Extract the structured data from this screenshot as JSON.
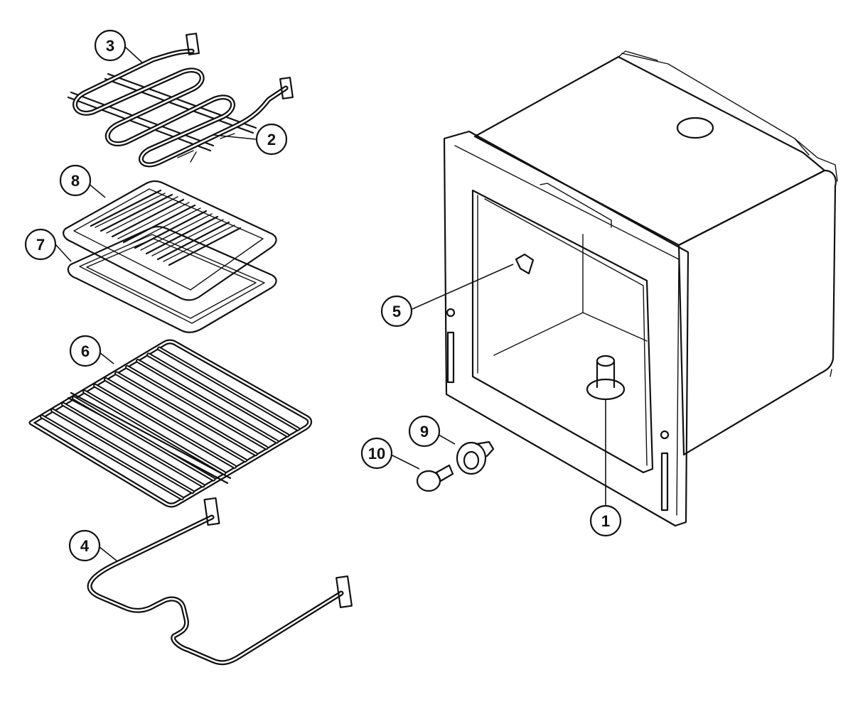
{
  "diagram": {
    "callouts": [
      {
        "id": "c3",
        "label": "3",
        "part": "broil-element"
      },
      {
        "id": "c2",
        "label": "2",
        "part": "broil-element-bracket"
      },
      {
        "id": "c8",
        "label": "8",
        "part": "broiler-pan-insert"
      },
      {
        "id": "c7",
        "label": "7",
        "part": "broiler-pan"
      },
      {
        "id": "c6",
        "label": "6",
        "part": "oven-rack"
      },
      {
        "id": "c4",
        "label": "4",
        "part": "bake-element"
      },
      {
        "id": "c5",
        "label": "5",
        "part": "rack-support-clip"
      },
      {
        "id": "c9",
        "label": "9",
        "part": "lamp-receptacle"
      },
      {
        "id": "c10",
        "label": "10",
        "part": "lamp-bulb"
      },
      {
        "id": "c1",
        "label": "1",
        "part": "oven-cavity"
      }
    ]
  }
}
